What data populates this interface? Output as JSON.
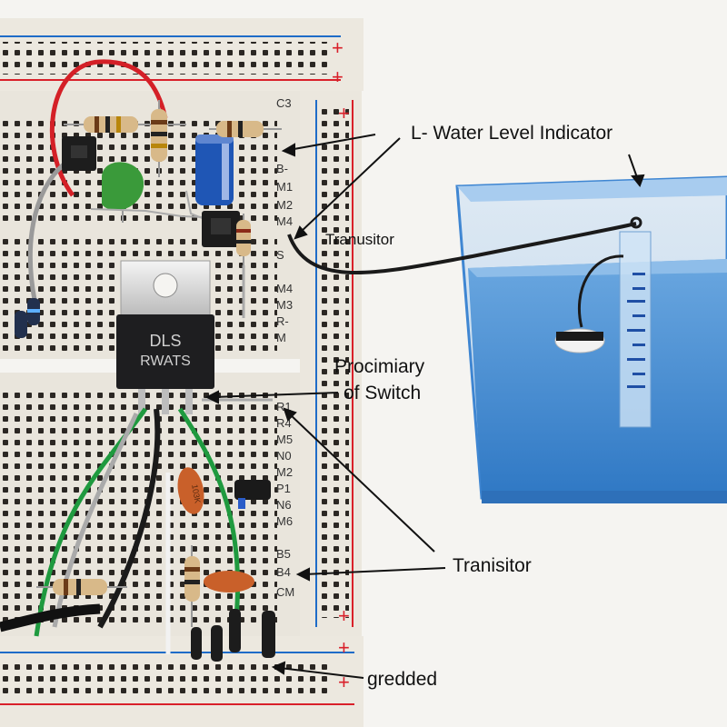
{
  "annotations": {
    "water_level_indicator": "L- Water Level Indicator",
    "transusitor": "Tranusitor",
    "procimiary_line1": "Procimiary",
    "procimiary_line2": "of Switch",
    "transistor_bottom": "Tranisitor",
    "gredded": "gredded"
  },
  "chip": {
    "line1": "DLS",
    "line2": "RWATS"
  },
  "rail_labels": [
    "C3",
    "B-",
    "M1",
    "M2",
    "M4",
    "S",
    "M4",
    "M3",
    "R-",
    "M"
  ],
  "rail_labels_lower": [
    "R1",
    "R4",
    "M5",
    "N0",
    "M2",
    "P1",
    "N6",
    "M6",
    "B5",
    "B4",
    "CM"
  ],
  "plus_sign": "+",
  "capacitor_mark": "103K",
  "colors": {
    "breadboard": "#e8e4db",
    "rail_red": "#d9202a",
    "rail_blue": "#1e6cc8",
    "tank": "#4e93d6",
    "background": "#f3f2ef"
  }
}
